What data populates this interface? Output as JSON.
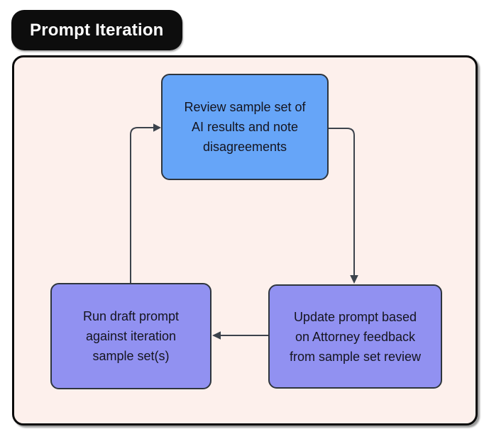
{
  "title": "Prompt Iteration",
  "colors": {
    "page_background": "#ffffff",
    "canvas_background": "#fdf0ec",
    "canvas_border": "#0b0b0b",
    "title_badge_background": "#0d0d0d",
    "title_text": "#ffffff",
    "node_border": "#2e353d",
    "node_text": "#15151f",
    "arrow": "#3c434c",
    "node_blue_fill": "#66a5f8",
    "node_purple_fill": "#9191f1"
  },
  "nodes": [
    {
      "id": "review-sample-set",
      "label": "Review sample set of AI results and note disagreements",
      "lines": [
        "Review sample set of",
        "AI results and note",
        "disagreements"
      ],
      "fill": "#66a5f8"
    },
    {
      "id": "run-draft-prompt",
      "label": "Run draft prompt against iteration sample set(s)",
      "lines": [
        "Run draft prompt",
        "against iteration",
        "sample set(s)"
      ],
      "fill": "#9191f1"
    },
    {
      "id": "update-prompt",
      "label": "Update prompt based on Attorney feedback from sample set review",
      "lines": [
        "Update prompt based",
        "on Attorney feedback",
        "from sample set review"
      ],
      "fill": "#9191f1"
    }
  ],
  "edges": [
    {
      "from": "review-sample-set",
      "to": "update-prompt"
    },
    {
      "from": "update-prompt",
      "to": "run-draft-prompt"
    },
    {
      "from": "run-draft-prompt",
      "to": "review-sample-set"
    }
  ]
}
